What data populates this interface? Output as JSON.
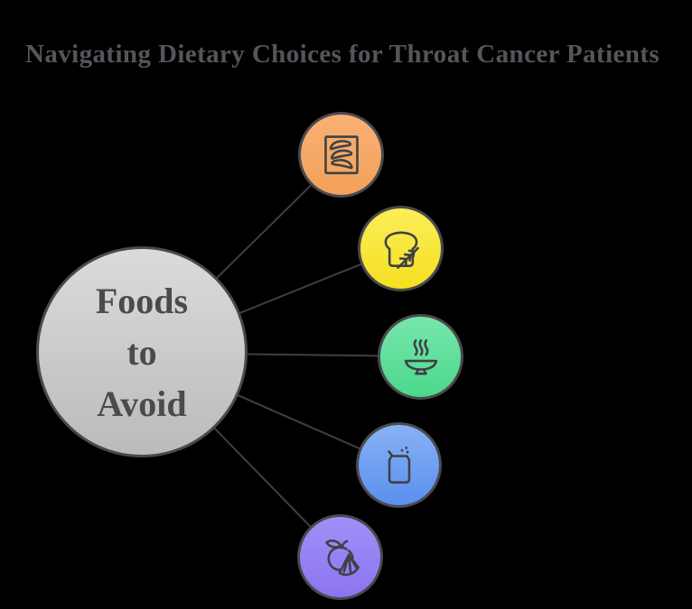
{
  "title": "Navigating Dietary Choices for Throat Cancer Patients",
  "center_node": {
    "label": "Foods to Avoid",
    "lines": [
      "Foods",
      "to",
      "Avoid"
    ],
    "color_top": "#DBDBDB",
    "color_bottom": "#BBBBBB"
  },
  "nodes": [
    {
      "icon": "chili-peppers-icon",
      "color_top": "#F9B075",
      "color_bottom": "#F3A159"
    },
    {
      "icon": "bread-wheat-icon",
      "color_top": "#FBEE58",
      "color_bottom": "#F5DF21"
    },
    {
      "icon": "steaming-dish-icon",
      "color_top": "#77E6AB",
      "color_bottom": "#4CD88D"
    },
    {
      "icon": "soda-can-icon",
      "color_top": "#88B2F4",
      "color_bottom": "#5B8FEF"
    },
    {
      "icon": "citrus-fruit-icon",
      "color_top": "#A18FF6",
      "color_bottom": "#8C74F1"
    }
  ],
  "colors": {
    "background": "#000000",
    "title_text": "#55555B",
    "center_text": "#4B4B4F",
    "node_border": "#4A4A4E",
    "connector": "#3F3F41",
    "icon_stroke": "#3E4145"
  }
}
